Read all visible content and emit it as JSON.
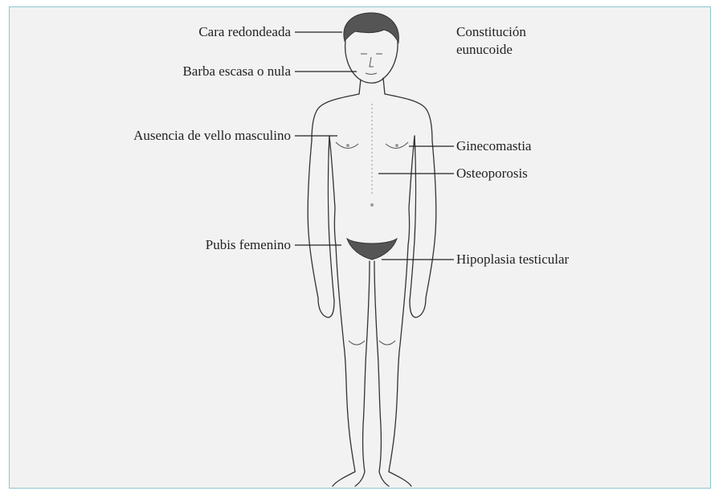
{
  "labels": {
    "round_face": "Cara redondeada",
    "scant_beard": "Barba escasa o nula",
    "no_male_hair": "Ausencia de vello masculino",
    "female_pubis": "Pubis femenino",
    "eunuchoid_build": [
      "Constitución",
      "eunucoide"
    ],
    "gynecomastia": "Ginecomastia",
    "osteoporosis": "Osteoporosis",
    "testicular_hypoplasia": "Hipoplasia testicular"
  },
  "colors": {
    "frame_border": "#8cc7cf",
    "background": "#f2f2f2",
    "ink": "#222222"
  }
}
